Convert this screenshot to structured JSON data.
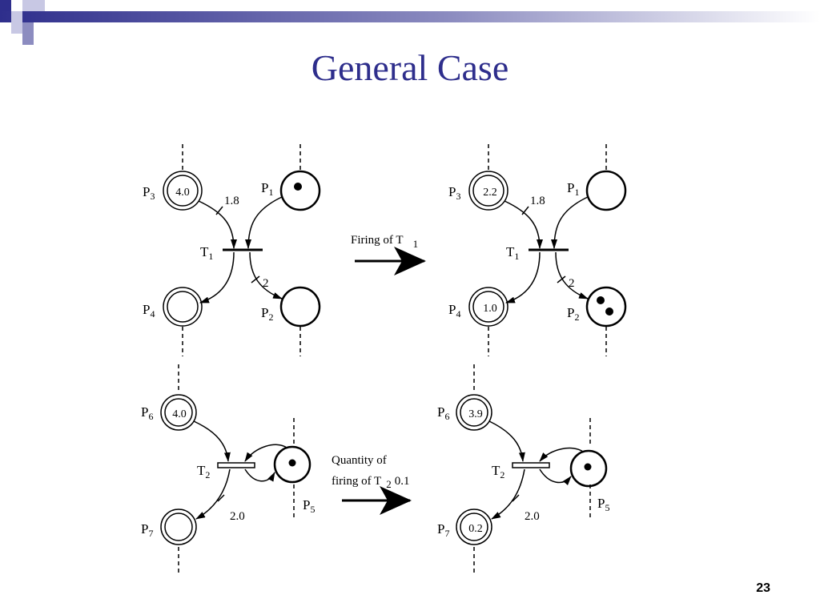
{
  "title": "General Case",
  "page_number": "23",
  "colors": {
    "title": "#2e2e8c",
    "accent": "#2e2e8c"
  },
  "diagram1": {
    "before": {
      "places": {
        "P3": {
          "name": "P",
          "sub": "3",
          "value": "4.0"
        },
        "P1": {
          "name": "P",
          "sub": "1"
        },
        "P4": {
          "name": "P",
          "sub": "4"
        },
        "P2": {
          "name": "P",
          "sub": "2"
        }
      },
      "transition": {
        "name": "T",
        "sub": "1"
      },
      "weights": {
        "in": "1.8",
        "out": "2"
      }
    },
    "arrow": {
      "label": "Firing of T",
      "sub": "1"
    },
    "after": {
      "places": {
        "P3": {
          "name": "P",
          "sub": "3",
          "value": "2.2"
        },
        "P1": {
          "name": "P",
          "sub": "1"
        },
        "P4": {
          "name": "P",
          "sub": "4",
          "value": "1.0"
        },
        "P2": {
          "name": "P",
          "sub": "2"
        }
      },
      "transition": {
        "name": "T",
        "sub": "1"
      },
      "weights": {
        "in": "1.8",
        "out": "2"
      }
    }
  },
  "diagram2": {
    "before": {
      "places": {
        "P6": {
          "name": "P",
          "sub": "6",
          "value": "4.0"
        },
        "P5": {
          "name": "P",
          "sub": "5"
        },
        "P7": {
          "name": "P",
          "sub": "7"
        }
      },
      "transition": {
        "name": "T",
        "sub": "2"
      },
      "weights": {
        "out": "2.0"
      }
    },
    "arrow": {
      "line1": "Quantity of",
      "line2": "firing of T",
      "sub": "2",
      "value": "0.1"
    },
    "after": {
      "places": {
        "P6": {
          "name": "P",
          "sub": "6",
          "value": "3.9"
        },
        "P5": {
          "name": "P",
          "sub": "5"
        },
        "P7": {
          "name": "P",
          "sub": "7",
          "value": "0.2"
        }
      },
      "transition": {
        "name": "T",
        "sub": "2"
      },
      "weights": {
        "out": "2.0"
      }
    }
  }
}
